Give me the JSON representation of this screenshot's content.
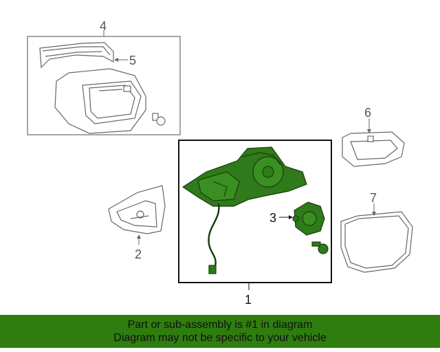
{
  "callouts": {
    "c1": "1",
    "c2": "2",
    "c3": "3",
    "c4": "4",
    "c5": "5",
    "c6": "6",
    "c7": "7"
  },
  "banner": {
    "line1": "Part or sub-assembly is #1 in diagram",
    "line2": "Diagram may not be specific to your vehicle"
  },
  "colors": {
    "banner_bg": "#2e7d0e",
    "highlight_part": "#2f7a1a",
    "line_art": "#666666"
  },
  "icons": [
    "mirror-cover-part",
    "turn-signal-strip-part",
    "mirror-assembly-part",
    "motor-part",
    "glass-part",
    "trim-part",
    "cap-part",
    "screw-part"
  ]
}
